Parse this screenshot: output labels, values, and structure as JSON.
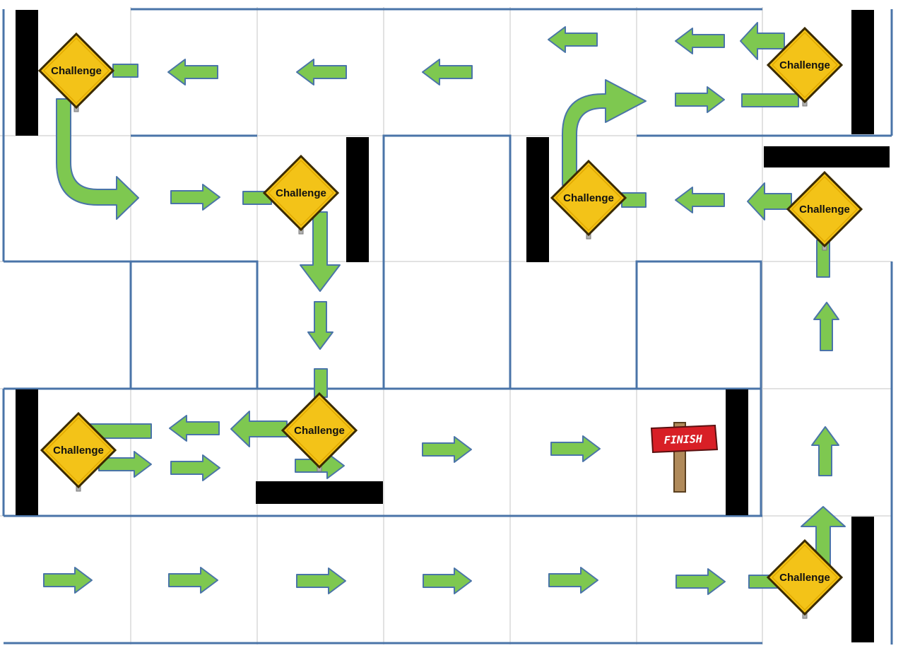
{
  "board": {
    "signs": [
      {
        "label": "Challenge"
      },
      {
        "label": "Challenge"
      },
      {
        "label": "Challenge"
      },
      {
        "label": "Challenge"
      },
      {
        "label": "Challenge"
      },
      {
        "label": "Challenge"
      },
      {
        "label": "Challenge"
      },
      {
        "label": "Challenge"
      }
    ],
    "finish_label": "FINISH",
    "colors": {
      "grid": "#d9d9d9",
      "wall": "#4a74a8",
      "block": "#000000",
      "arrow_fill": "#7ec850",
      "arrow_stroke": "#4a74a8",
      "sign_fill": "#f3c318",
      "sign_border": "#3a2a00",
      "finish_red": "#d81f26"
    }
  }
}
